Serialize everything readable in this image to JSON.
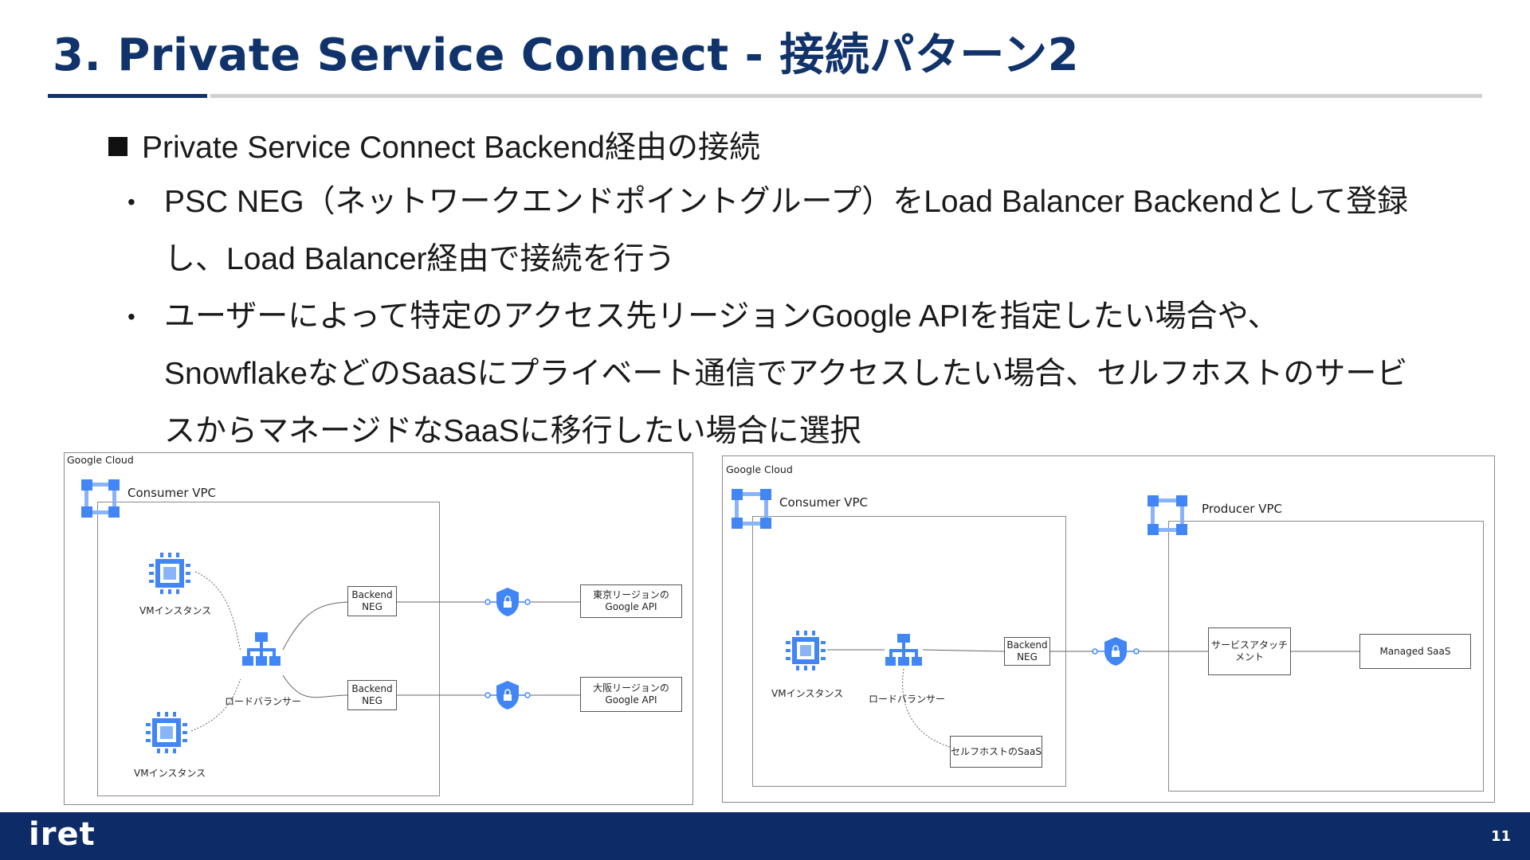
{
  "title": "3. Private Service Connect - 接続パターン2",
  "heading": "Private Service Connect Backend経由の接続",
  "bullets": [
    {
      "dot": "•",
      "lines": [
        "PSC NEG（ネットワークエンドポイントグループ）をLoad Balancer Backendとして登録",
        "し、Load Balancer経由で接続を行う"
      ]
    },
    {
      "dot": "•",
      "lines": [
        "ユーザーによって特定のアクセス先リージョンGoogle APIを指定したい場合や、",
        "SnowflakeなどのSaaSにプライベート通信でアクセスしたい場合、セルフホストのサービ",
        "スからマネージドなSaaSに移行したい場合に選択"
      ]
    }
  ],
  "diagram_left": {
    "google_cloud": "Google Cloud",
    "vpc": "Consumer VPC",
    "vm1": "VMインスタンス",
    "vm2": "VMインスタンス",
    "lb": "ロードバランサー",
    "neg1": [
      "Backend",
      "NEG"
    ],
    "neg2": [
      "Backend",
      "NEG"
    ],
    "api1": [
      "東京リージョンの",
      "Google API"
    ],
    "api2": [
      "大阪リージョンの",
      "Google API"
    ]
  },
  "diagram_right": {
    "google_cloud": "Google Cloud",
    "consumer_vpc": "Consumer VPC",
    "producer_vpc": "Producer VPC",
    "vm": "VMインスタンス",
    "lb": "ロードバランサー",
    "neg": [
      "Backend",
      "NEG"
    ],
    "attach": [
      "サービスアタッチ",
      "メント"
    ],
    "managed": "Managed SaaS",
    "selfhost": "セルフホストのSaaS"
  },
  "footer": {
    "logo": "iret",
    "page": "11"
  },
  "colors": {
    "navy": "#10336b",
    "icon_blue": "#4285f4",
    "footer": "#0d2b66"
  }
}
